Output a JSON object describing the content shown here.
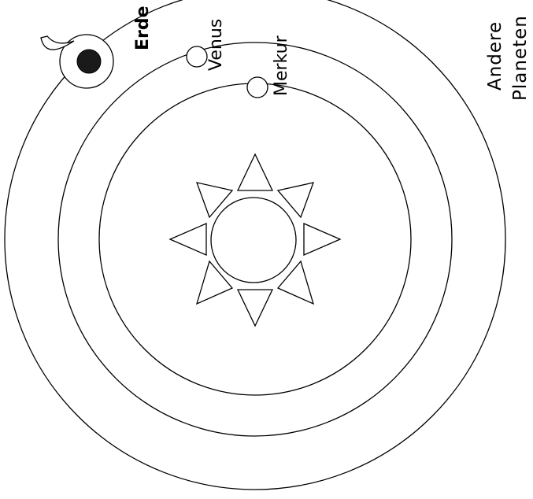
{
  "labels": {
    "earth": "Erde",
    "venus": "Venus",
    "mercury": "Merkur",
    "other_line1": "Andere",
    "other_line2": "Planeten"
  }
}
